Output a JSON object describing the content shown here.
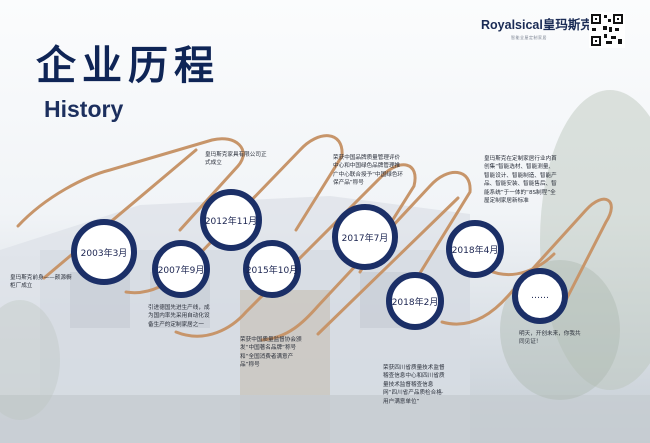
{
  "brand": {
    "name": "Royalsical皇玛斯克",
    "tagline": "智能全屋定制家居",
    "qr_icon": "qr-code-icon"
  },
  "title": {
    "cn": "企业历程",
    "en": "History"
  },
  "colors": {
    "navy": "#1b2f67",
    "track": "#c7956a",
    "title": "#0f2556"
  },
  "milestones": [
    {
      "year": "2003年3月",
      "text": "皇玛斯克前身——颜源橱柜厂成立"
    },
    {
      "year": "2007年9月",
      "text": "引进德国先进生产线，成为国内率先采用自动化设备生产的定制家居之一"
    },
    {
      "year": "2012年11月",
      "text": "皇玛斯克家具有限公司正式成立"
    },
    {
      "year": "2015年10月",
      "text": "荣获中国质量监督协会颁发“中国著名品牌”称号和“全国消费者满意产品”称号"
    },
    {
      "year": "2017年7月",
      "text": "荣获中国品牌质量管理评价中心和中国绿色品牌管理推广中心联合授予“中国绿色环保产品”称号"
    },
    {
      "year": "2018年2月",
      "text": "荣获四川省质量技术监督稽查信息中心和四川省质量技术监督稽查信息网“四川省产品质检合格·用户满意单位”"
    },
    {
      "year": "2018年4月",
      "text": "皇玛斯克在定制家居行业内首创集“智能选材、智能测量、智能设计、智能制造、智能产品、智能安装、智能售后、智能系统”于一体的“8S制程”全屋定制家居新标准"
    },
    {
      "year": "……",
      "text": "明天，开创未来，你我共同见证！"
    }
  ]
}
